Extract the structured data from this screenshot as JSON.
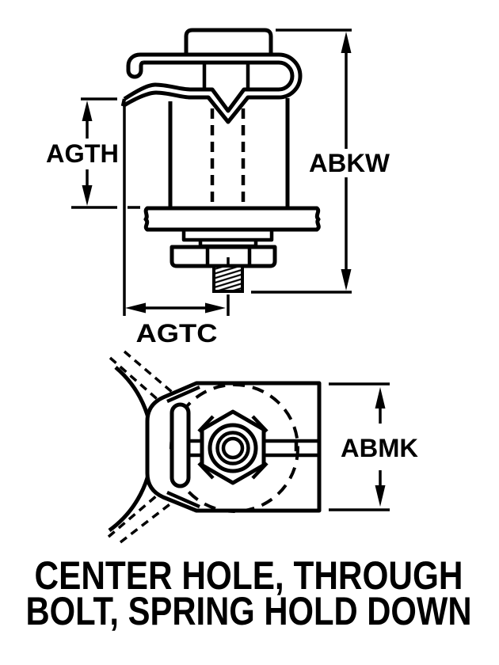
{
  "figure": {
    "title_line1": "CENTER HOLE, THROUGH",
    "title_line2": "BOLT, SPRING HOLD DOWN"
  },
  "dimension_labels": {
    "agth": "AGTH",
    "abkw": "ABKW",
    "agtc": "AGTC",
    "abmk": "ABMK"
  },
  "colors": {
    "line": "#000000",
    "background": "#ffffff"
  }
}
